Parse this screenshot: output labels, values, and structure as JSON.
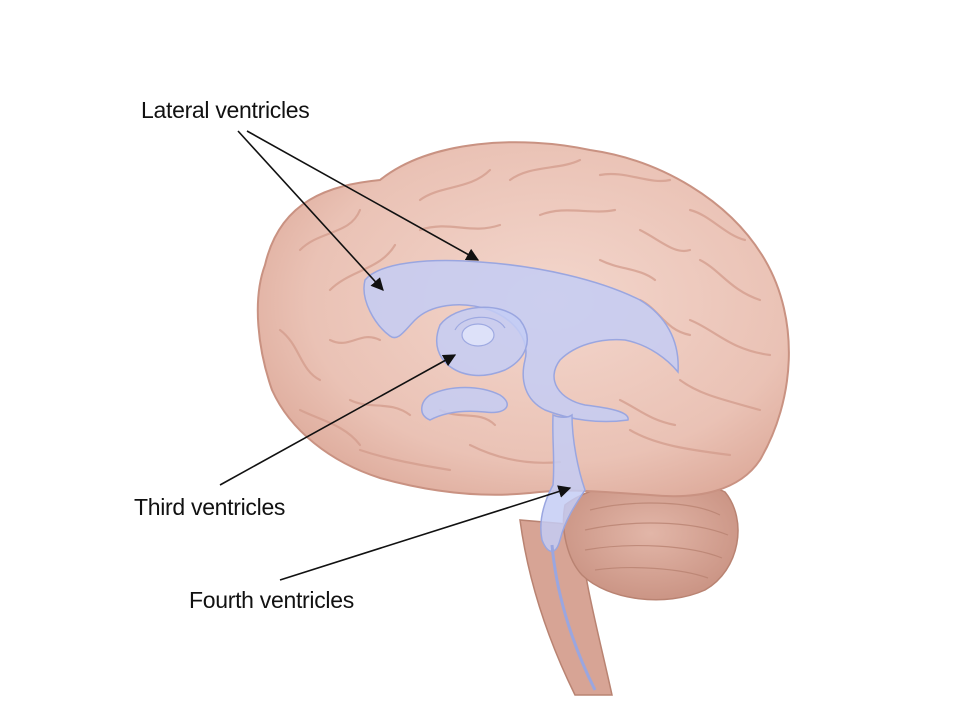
{
  "labels": {
    "lateral": "Lateral ventricles",
    "third": "Third ventricles",
    "fourth": "Fourth ventricles"
  },
  "colors": {
    "brain": "#eac2b5",
    "brain_edge": "#c99282",
    "brain_folds": "#d39c8c",
    "ventricle": "#c4cdf4",
    "ventricle_edge": "#9aa6e0",
    "cerebellum": "#d8a99c",
    "brainstem": "#d7a495",
    "arrow": "#111111"
  }
}
